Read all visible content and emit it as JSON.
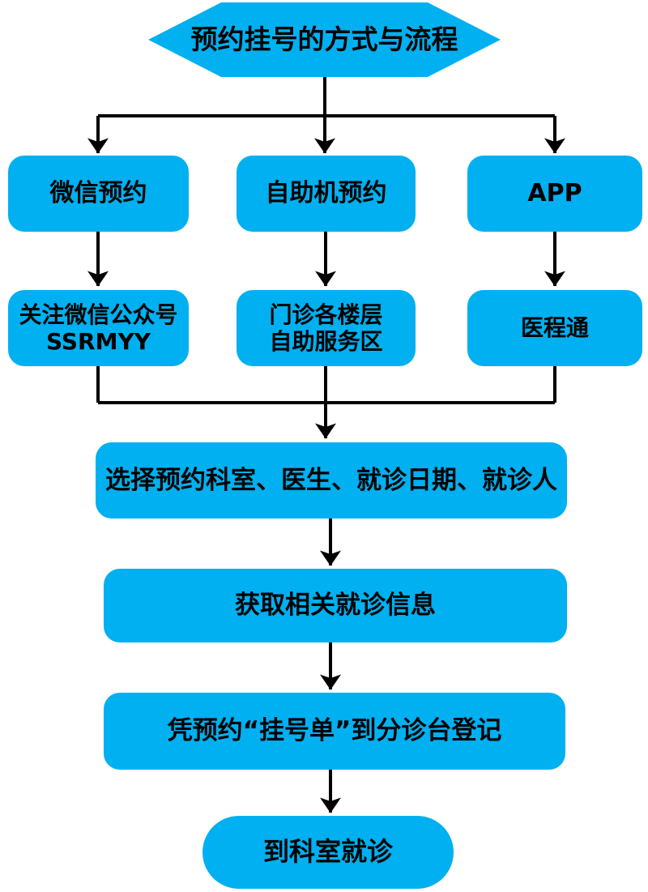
{
  "flowchart": {
    "colors": {
      "node_fill": "#00B0F0",
      "text": "#000000",
      "connector": "#000000",
      "background": "#FFFFFF"
    },
    "start": {
      "title": "预约挂号的方式与流程"
    },
    "branches": [
      {
        "method": "微信预约",
        "detail": "关注微信公众号\nSSRMYY"
      },
      {
        "method": "自助机预约",
        "detail": "门诊各楼层\n自助服务区"
      },
      {
        "method": "APP",
        "detail": "医程通"
      }
    ],
    "steps": [
      {
        "label": "选择预约科室、医生、就诊日期、就诊人"
      },
      {
        "label": "获取相关就诊信息"
      },
      {
        "label": "凭预约“挂号单”到分诊台登记"
      },
      {
        "label": "到科室就诊"
      }
    ]
  }
}
